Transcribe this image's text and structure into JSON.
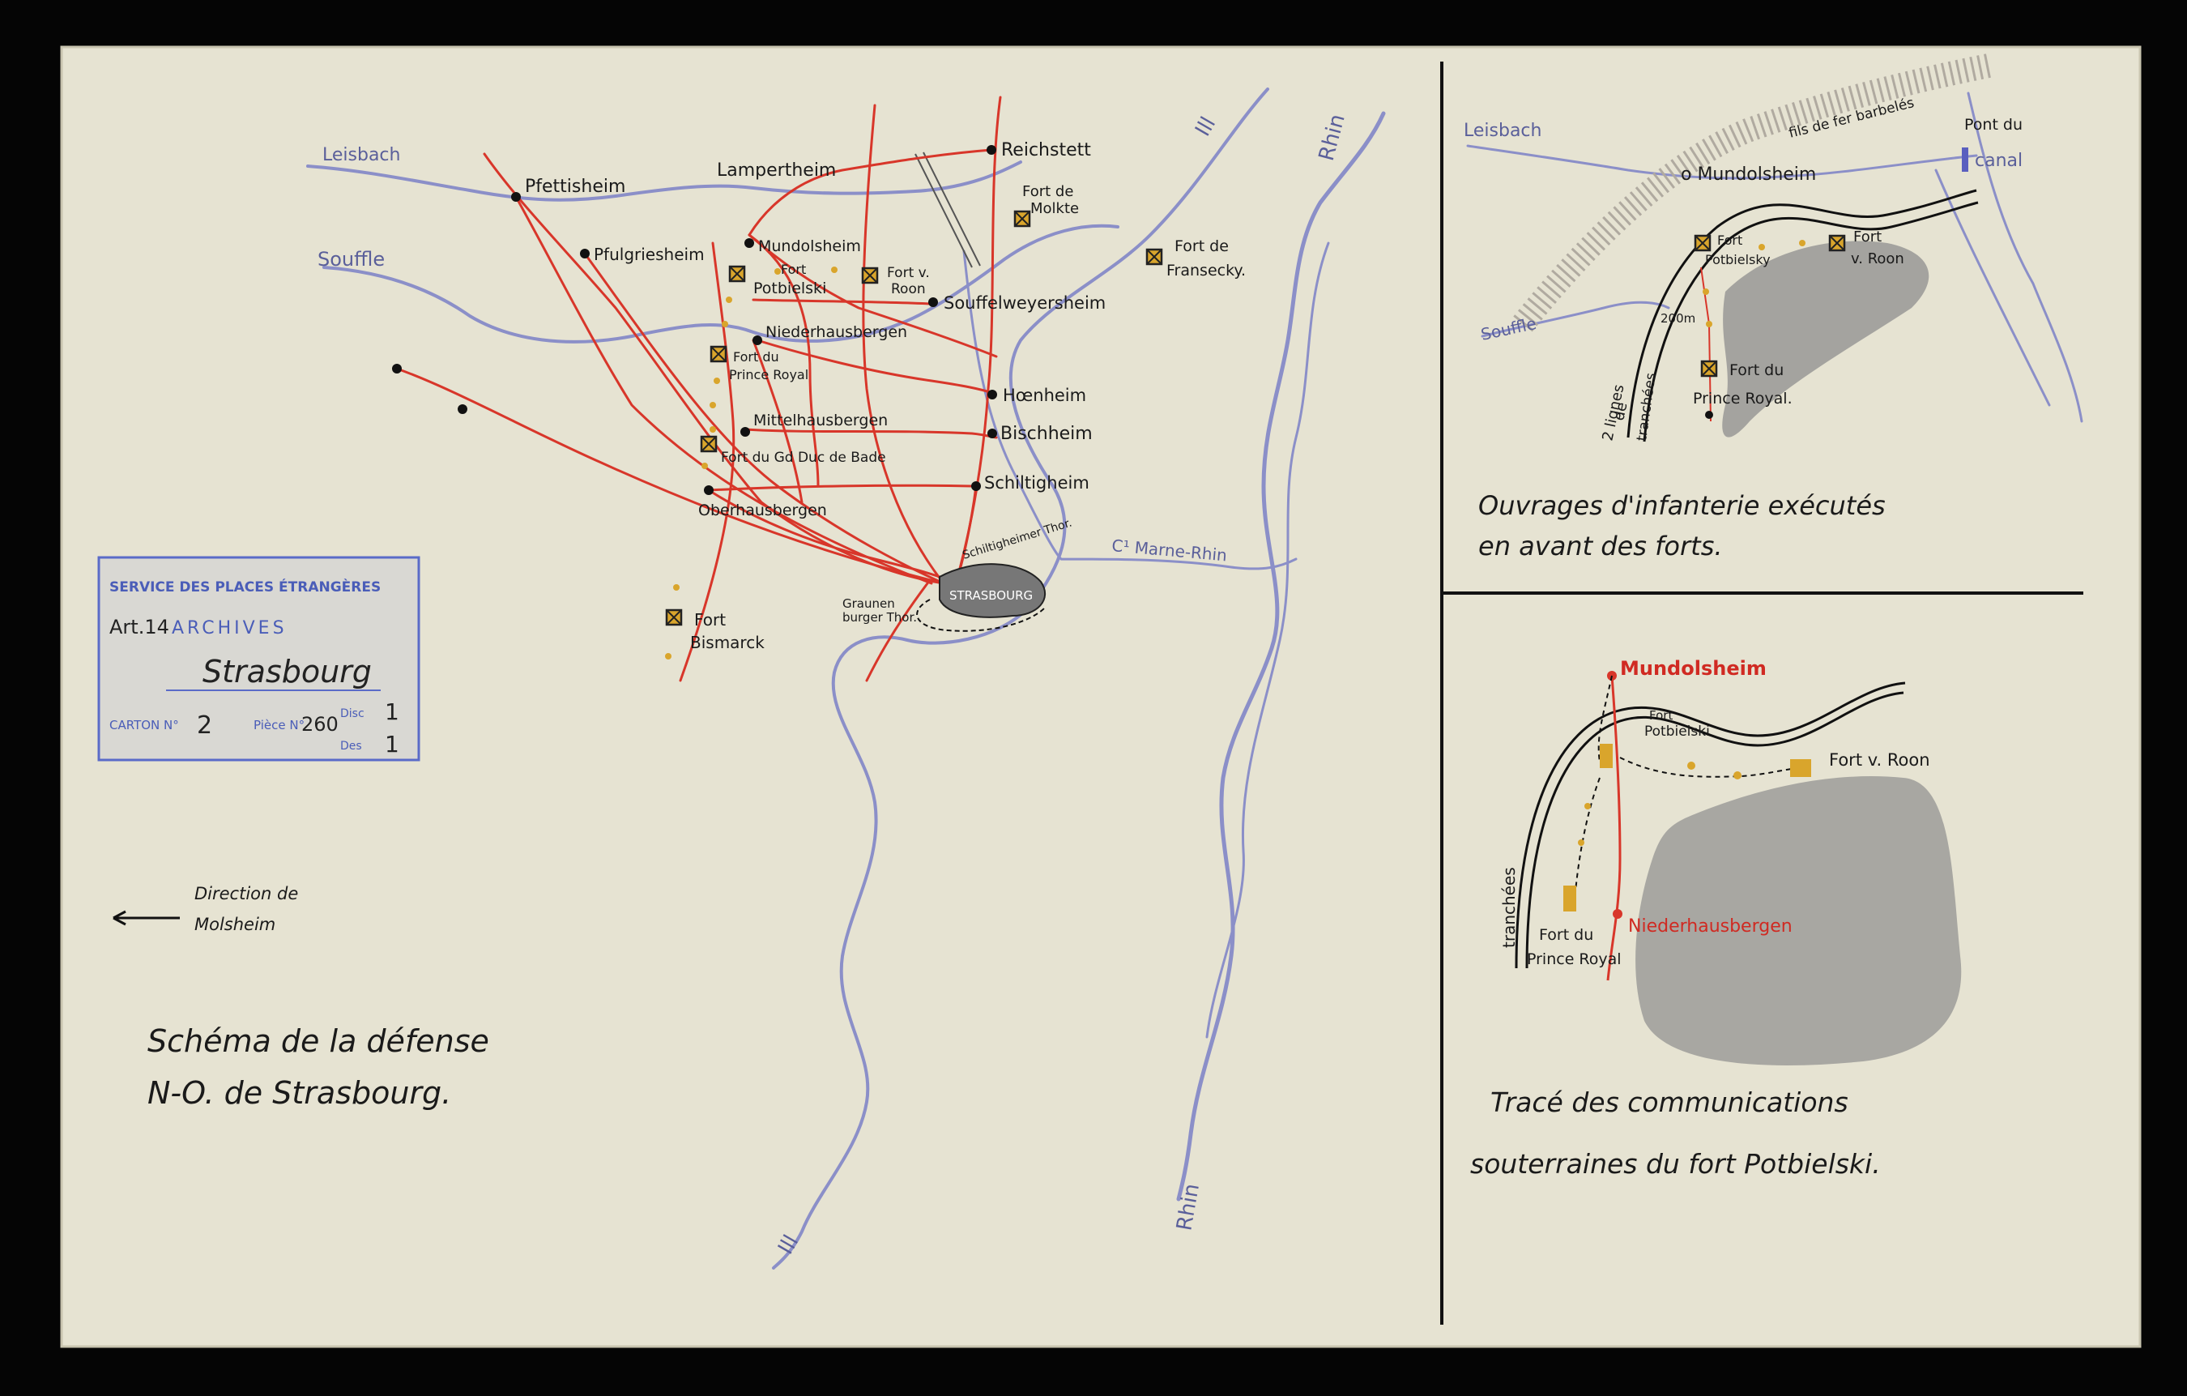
{
  "main_map": {
    "rivers": {
      "leisbach": "Leisbach",
      "souffle": "Souffle",
      "ill_top": "Ill",
      "ill_bottom": "Ill",
      "rhin_top": "Rhin",
      "rhin_bottom": "Rhin",
      "canal": "C¹ Marne-Rhin"
    },
    "places": {
      "pfettisheim": "Pfettisheim",
      "pfulgriesheim": "Pfulgriesheim",
      "lampertheim": "Lampertheim",
      "reichstett": "Reichstett",
      "mundolsheim": "Mundolsheim",
      "niederhausbergen": "Niederhausbergen",
      "souffelweyersheim": "Souffelweyersheim",
      "hoenheim": "Hœnheim",
      "mittelhausbergen": "Mittelhausbergen",
      "bischheim": "Bischheim",
      "schiltigheim": "Schiltigheim",
      "oberhausbergen": "Oberhausbergen",
      "strasbourg": "STRASBOURG",
      "schiltigheimer_thor": "Schiltigheimer Thor.",
      "grauneburger_line1": "Graunen",
      "grauneburger_line2": "burger Thor."
    },
    "forts": {
      "molkte_1": "Fort de",
      "molkte_2": "Molkte",
      "fransecky_1": "Fort de",
      "fransecky_2": "Fransecky.",
      "potbielski_1": "Fort",
      "potbielski_2": "Potbielski",
      "roon_1": "Fort v.",
      "roon_2": "Roon",
      "prince_royal_1": "Fort du",
      "prince_royal_2": "Prince Royal",
      "duc_de_bade": "Fort du Gd Duc de Bade",
      "bismarck_1": "Fort",
      "bismarck_2": "Bismarck"
    },
    "direction": {
      "line1": "Direction de",
      "line2": "Molsheim"
    },
    "title": {
      "line1": "Schéma de la défense",
      "line2": "N-O. de Strasbourg."
    }
  },
  "stamp": {
    "header": "SERVICE DES PLACES ÉTRANGÈRES",
    "art": "Art.14",
    "archives": "ARCHIVES",
    "city": "Strasbourg",
    "carton_label": "CARTON N°",
    "carton_value": "2",
    "piece_label": "Pièce N°",
    "piece_value": "260",
    "disc_label": "Disc",
    "disc_value": "1",
    "des_label": "Des",
    "des_value": "1"
  },
  "inset_top": {
    "leisbach": "Leisbach",
    "souffle": "Souffle",
    "fils_de_fer": "fils de fer barbelés",
    "pont_du": "Pont du",
    "canal": "canal",
    "mundolsheim": "o Mundolsheim",
    "fort_potbielsky_1": "Fort",
    "fort_potbielsky_2": "Potbielsky",
    "fort_roon_1": "Fort",
    "fort_roon_2": "v. Roon",
    "distance": "200m",
    "lignes_1": "2 lignes",
    "lignes_2": "de",
    "lignes_3": "tranchées",
    "prince_royal_1": "Fort du",
    "prince_royal_2": "Prince Royal.",
    "caption_1": "Ouvrages d'infanterie exécutés",
    "caption_2": "en avant des forts."
  },
  "inset_bottom": {
    "mundolsheim": "Mundolsheim",
    "fort_potbielski_1": "Fort",
    "fort_potbielski_2": "Potbielski",
    "fort_roon": "Fort v. Roon",
    "tranchees": "tranchées",
    "niederhausbergen": "Niederhausbergen",
    "prince_royal_1": "Fort du",
    "prince_royal_2": "Prince Royal",
    "caption_1": "Tracé des communications",
    "caption_2": "souterraines du fort Potbielski."
  },
  "colors": {
    "paper": "#e6e3d2",
    "road": "#d8362a",
    "river": "#8b8fc8",
    "fort": "#d9a52c",
    "stamp": "#4a5db8",
    "shade": "#9a9a9a"
  }
}
